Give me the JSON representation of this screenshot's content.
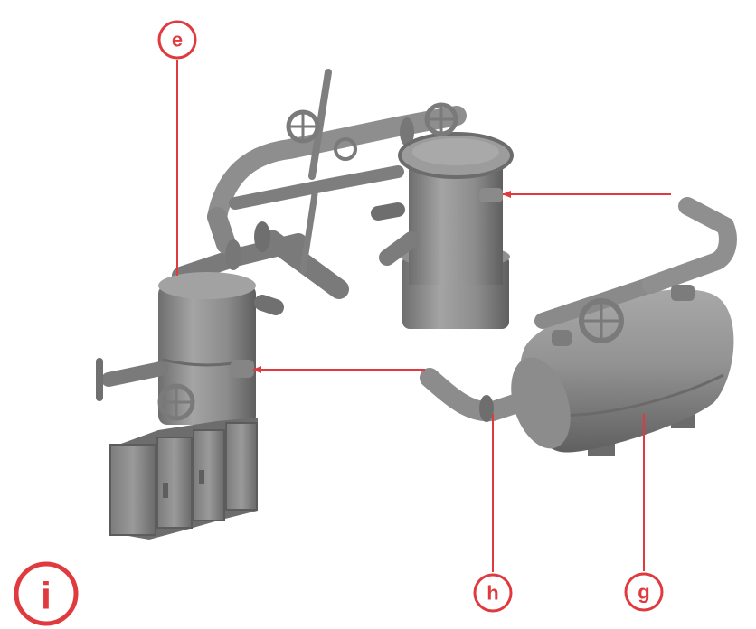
{
  "diagram": {
    "accent_color": "#e03a3e",
    "part_color": "#8a8a8a",
    "callouts": [
      {
        "id": "e",
        "label": "e"
      },
      {
        "id": "h",
        "label": "h"
      },
      {
        "id": "g",
        "label": "g"
      }
    ],
    "step_badge": {
      "label": "i"
    },
    "parts": [
      "vertical-tank-left",
      "control-cabinets",
      "horizontal-tank",
      "vertical-tank-right",
      "overhead-pipework",
      "handwheel-valves"
    ]
  }
}
